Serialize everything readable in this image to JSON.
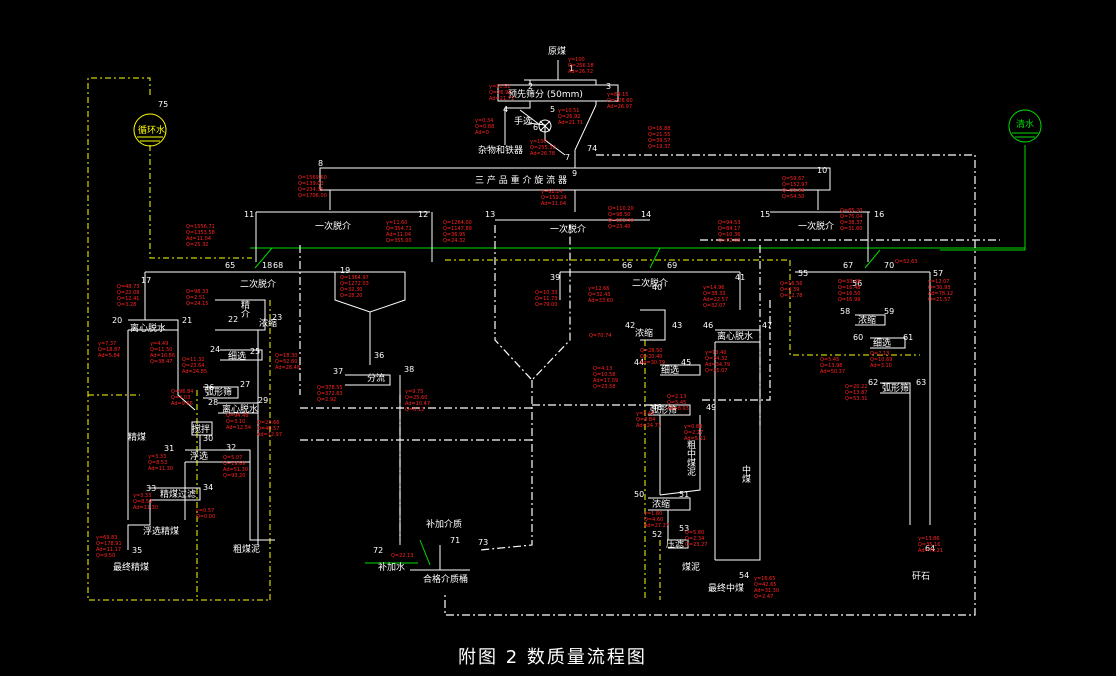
{
  "caption": "附图 2   数质量流程图",
  "colors": {
    "background": "#000000",
    "line": "#ffffff",
    "data": "#ff2222",
    "recirculation": "#ffff00",
    "water": "#00dd00"
  },
  "nodes": {
    "raw_coal": "原煤",
    "prescreen": "预先筛分 (50mm)",
    "hand_pick": "手选",
    "debris": "杂物和铁器",
    "three_product": "三  产  品  重  介  旋  流  器",
    "desliming_1a": "一次脱介",
    "desliming_1b": "一次脱介",
    "desliming_1c": "一次脱介",
    "desliming_2a": "二次脱介",
    "desliming_2b": "二次脱介",
    "centrifuge_a": "离心脱水",
    "centrifuge_b": "离心脱水",
    "centrifuge_c": "离心脱水",
    "thicken_a": "浓缩",
    "thicken_b": "浓缩",
    "thicken_c": "浓缩",
    "thicken_d": "浓缩",
    "classify_a": "细选",
    "classify_b": "细选",
    "classify_c": "细选",
    "arc_screen_a": "弧形筛",
    "arc_screen_b": "弧形筛",
    "arc_screen_c": "弧形筛",
    "stir": "搅拌",
    "flotation": "浮选",
    "fine_filter": "精煤过滤",
    "float_clean": "浮选精煤",
    "final_clean": "最终精煤",
    "coarse_slime": "粗煤泥",
    "split": "分流",
    "add_medium": "补加介质",
    "add_water": "补加水",
    "qualified_medium": "合格介质桶",
    "press_filter": "压滤",
    "slime": "煤泥",
    "final_middling": "最终中煤",
    "gangue": "矸石",
    "circ_water": "循环水",
    "clear_water": "清水",
    "clean_coal_label": "精煤",
    "coarse_middling": "粗中煤泥",
    "middling_label": "中煤",
    "mixed_label": "精介"
  },
  "numbers": [
    "1",
    "2",
    "3",
    "4",
    "5",
    "6",
    "7",
    "8",
    "9",
    "10",
    "11",
    "12",
    "13",
    "14",
    "15",
    "16",
    "17",
    "18",
    "19",
    "20",
    "21",
    "22",
    "23",
    "24",
    "25",
    "26",
    "27",
    "28",
    "29",
    "30",
    "31",
    "32",
    "33",
    "34",
    "35",
    "36",
    "37",
    "38",
    "39",
    "40",
    "41",
    "42",
    "43",
    "44",
    "45",
    "46",
    "47",
    "48",
    "49",
    "50",
    "51",
    "52",
    "53",
    "54",
    "55",
    "56",
    "57",
    "58",
    "59",
    "60",
    "61",
    "62",
    "63",
    "64",
    "65",
    "66",
    "67",
    "68",
    "69",
    "70",
    "71",
    "72",
    "73",
    "74",
    "75"
  ],
  "data_blocks": {
    "b1": [
      "γ=100",
      "Q=256.18",
      "Ad=26.72"
    ],
    "b2": [
      "γ=10.51",
      "Q=26.92",
      "Ad=21.71"
    ],
    "b3": [
      "γ=89.15",
      "Q=228.60",
      "Ad=26.97"
    ],
    "b4": [
      "γ=0.34",
      "Q=0.88",
      "Ad=0"
    ],
    "b5": [
      "γ=10.51",
      "Q=26.92",
      "Ad=21.71"
    ],
    "b6": [
      "γ=100",
      "Q=255.30",
      "Ad=26.78"
    ],
    "b8": [
      "Q=1569.60",
      "Q=139.03",
      "Q=234.35",
      "Q=1706.00"
    ],
    "b9": [
      "γ=62.14",
      "Q=159.24",
      "Ad=11.04"
    ],
    "b10": [
      "Q=59.67",
      "Q=152.97",
      "Q=21.93",
      "Q=54.50"
    ],
    "b11": [
      "Q=1556.71",
      "Q=1353.58",
      "Ad=11.04",
      "Q=25.32"
    ],
    "b12": [
      "γ=11.60",
      "Q=354.71",
      "Ad=11.04",
      "Q=355.00"
    ],
    "b13": [
      "Q=1264.00",
      "Q=1147.89",
      "Q=36.95",
      "Q=24.32"
    ],
    "b14": [
      "Q=110.20",
      "Q=98.50",
      "Q=121.40",
      "Q=23.40"
    ],
    "b15": [
      "Q=94.53",
      "Q=84.17",
      "Q=10.36",
      "Q=72.03"
    ],
    "b16": [
      "Q=85.20",
      "Q=75.04",
      "Q=38.37",
      "Q=31.60"
    ],
    "b17": [
      "Q=48.73",
      "Q=22.08",
      "Q=12.41",
      "Q=3.28"
    ],
    "b19": [
      "Q=1364.97",
      "Q=1272.03",
      "Q=32.30",
      "Q=28.20"
    ],
    "b20": [
      "γ=7.37",
      "Q=18.87",
      "Ad=5.84"
    ],
    "b21": [
      "γ=4.49",
      "Q=11.50",
      "Ad=10.86",
      "Q=38.47"
    ],
    "b22": [
      "Q=98.33",
      "Q=2.51",
      "Q=24.15"
    ],
    "b24": [
      "Q=11.32",
      "Q=23.64",
      "Ad=24.85"
    ],
    "b26": [
      "Q=96.84",
      "Q=4.03",
      "Ad=9.66"
    ],
    "b27": [
      "Q=18.30",
      "Q=52.60",
      "Ad=28.48"
    ],
    "b28": [
      "Q=94.48",
      "Q=3.10",
      "Ad=12.54"
    ],
    "b29": [
      "Q=23.66",
      "Q=40.57",
      "Ad=12.97"
    ],
    "b31": [
      "γ=3.33",
      "Q=8.53",
      "Ad=11.30"
    ],
    "b32": [
      "Q=5.07",
      "Q=19.69",
      "Ad=51.30",
      "Q=93.20"
    ],
    "b33": [
      "γ=3.33",
      "Q=8.53",
      "Ad=11.30"
    ],
    "b34": [
      "γ=0.57",
      "Q=0.00"
    ],
    "b35": [
      "γ=69.83",
      "Q=178.91",
      "Ad=11.17",
      "Q=9.50"
    ],
    "b37": [
      "Q=378.55",
      "Q=372.63",
      "Q=2.92"
    ],
    "b38": [
      "γ=9.75",
      "Q=25.60",
      "Ad=10.47",
      "Q=0.12"
    ],
    "b39": [
      "Q=10.33",
      "Q=11.73",
      "Q=79.00"
    ],
    "b40": [
      "γ=12.66",
      "Q=32.43",
      "Ad=33.60"
    ],
    "b41": [
      "γ=14.96",
      "Q=38.33",
      "Ad=22.57",
      "Q=32.07"
    ],
    "b42": [
      "Q=70.74"
    ],
    "b43": [
      "Q=28.50",
      "Q=20.40",
      "Ad=30.79"
    ],
    "b44": [
      "Q=4.13",
      "Q=10.58",
      "Ad=17.09",
      "Q=23.58"
    ],
    "b45": [
      "γ=3.45",
      "Q=8.84",
      "Ad=24.71"
    ],
    "b47": [
      "γ=13.40",
      "Q=34.32",
      "Ad=34.79",
      "Q=25.07"
    ],
    "b48": [
      "Q=2.13",
      "Q=5.45",
      "Ad=8.93"
    ],
    "b49": [
      "γ=0.88",
      "Q=2.27",
      "Ad=5.51"
    ],
    "b51": [
      "γ=1.80",
      "Q=4.60",
      "Ad=27.27"
    ],
    "b53": [
      "Q=5.80",
      "Q=2.34",
      "Q=23.27"
    ],
    "b54": [
      "γ=16.65",
      "Q=42.65",
      "Ad=31.30",
      "Q=2.47"
    ],
    "b55": [
      "Q=16.56",
      "Q=4.39",
      "Q=12.78"
    ],
    "b56": [
      "Q=33.49",
      "Q=16.48",
      "Q=16.50",
      "Q=16.99"
    ],
    "b57": [
      "γ=12.07",
      "Q=30.93",
      "Ad=78.12",
      "Q=21.57"
    ],
    "b59": [
      "Q=2.13",
      "Q=10.69",
      "Ad=3.10"
    ],
    "b60": [
      "Q=5.45",
      "Q=13.98",
      "Ad=50.37"
    ],
    "b62": [
      "Q=20.22",
      "Q=13.87",
      "Q=53.31"
    ],
    "b64": [
      "γ=13.86",
      "Q=35.16",
      "Ad=76.21"
    ],
    "b70": [
      "Q=52.63"
    ],
    "b72": [
      "Q=22.13"
    ],
    "b74": [
      "Q=16.88",
      "Q=21.55",
      "Q=39.57",
      "Q=19.37"
    ]
  }
}
